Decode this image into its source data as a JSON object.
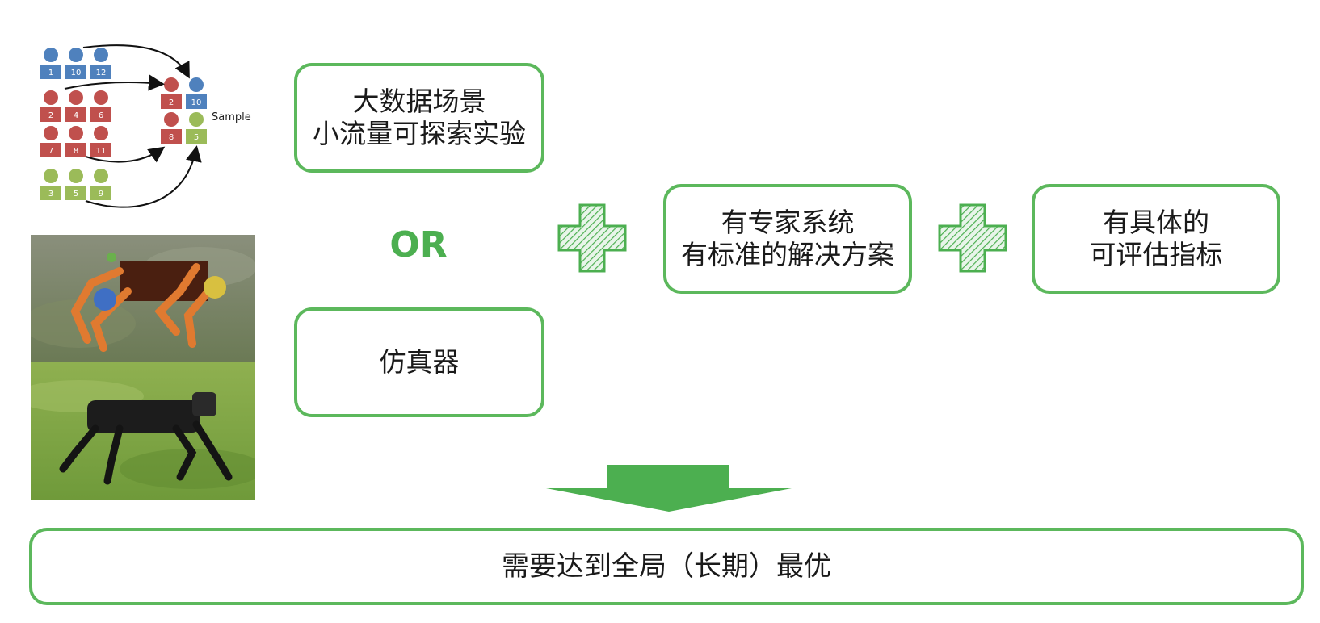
{
  "sampling": {
    "label": "Sample",
    "groups": [
      {
        "color": "#4f81bd",
        "items": [
          "1",
          "10",
          "12"
        ]
      },
      {
        "color": "#c0504d",
        "items": [
          "2",
          "4",
          "6"
        ]
      },
      {
        "color": "#c0504d",
        "items": [
          "7",
          "8",
          "11"
        ]
      },
      {
        "color": "#9bbb59",
        "items": [
          "3",
          "5",
          "9"
        ]
      }
    ],
    "sample_items": [
      {
        "label": "2",
        "color": "#c0504d"
      },
      {
        "label": "10",
        "color": "#4f81bd"
      },
      {
        "label": "8",
        "color": "#c0504d"
      },
      {
        "label": "5",
        "color": "#9bbb59"
      }
    ]
  },
  "boxes": {
    "big_data": {
      "line1": "大数据场景",
      "line2": "小流量可探索实验"
    },
    "or": "OR",
    "simulator": {
      "line1": "仿真器"
    },
    "expert": {
      "line1": "有专家系统",
      "line2": "有标准的解决方案"
    },
    "metrics": {
      "line1": "有具体的",
      "line2": "可评估指标"
    }
  },
  "goal": "需要达到全局（长期）最优",
  "colors": {
    "accent": "#5cb85c",
    "arrow": "#4caf50"
  }
}
